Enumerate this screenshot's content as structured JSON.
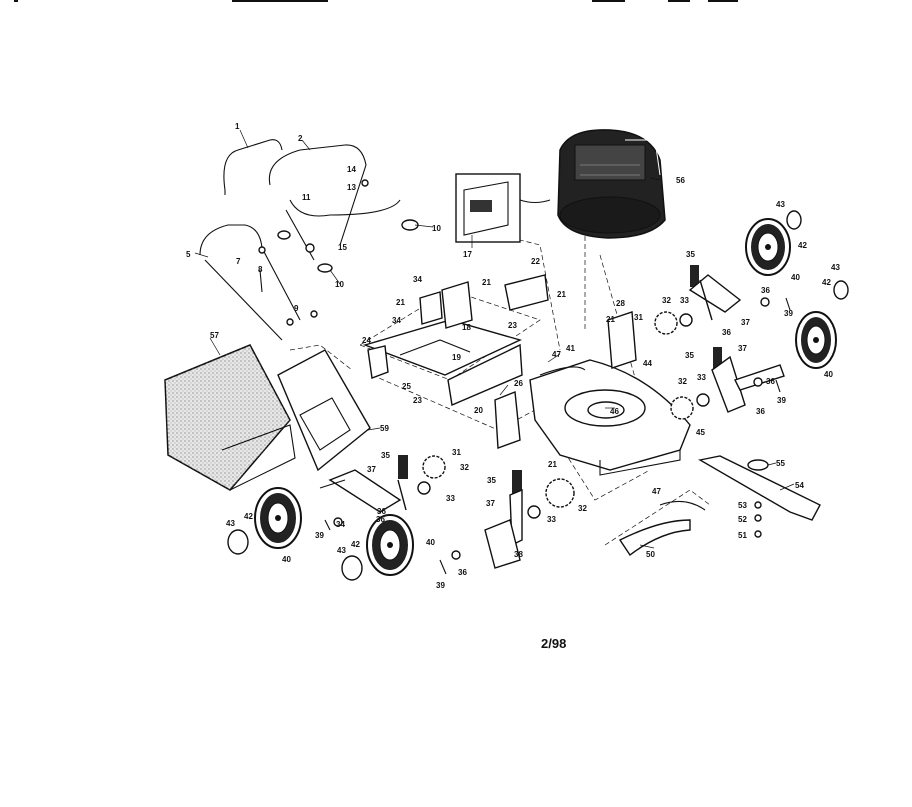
{
  "page_number": "2/98",
  "callouts": [
    {
      "id": "c1",
      "text": "1"
    },
    {
      "id": "c2",
      "text": "2"
    },
    {
      "id": "c14",
      "text": "14"
    },
    {
      "id": "c13",
      "text": "13"
    },
    {
      "id": "c11",
      "text": "11"
    },
    {
      "id": "c10a",
      "text": "10"
    },
    {
      "id": "c15",
      "text": "15"
    },
    {
      "id": "c10b",
      "text": "10"
    },
    {
      "id": "c7",
      "text": "7"
    },
    {
      "id": "c5",
      "text": "5"
    },
    {
      "id": "c8",
      "text": "8"
    },
    {
      "id": "c9",
      "text": "9"
    },
    {
      "id": "c17",
      "text": "17"
    },
    {
      "id": "c56",
      "text": "56"
    },
    {
      "id": "c43a",
      "text": "43"
    },
    {
      "id": "c42a",
      "text": "42"
    },
    {
      "id": "c40a",
      "text": "40"
    },
    {
      "id": "c43b",
      "text": "43"
    },
    {
      "id": "c42b",
      "text": "42"
    },
    {
      "id": "c40b",
      "text": "40"
    },
    {
      "id": "c35a",
      "text": "35"
    },
    {
      "id": "c36a",
      "text": "36"
    },
    {
      "id": "c39a",
      "text": "39"
    },
    {
      "id": "c37a",
      "text": "37"
    },
    {
      "id": "c36b",
      "text": "36"
    },
    {
      "id": "c32a",
      "text": "32"
    },
    {
      "id": "c33a",
      "text": "33"
    },
    {
      "id": "c34a",
      "text": "34"
    },
    {
      "id": "c34b",
      "text": "34"
    },
    {
      "id": "c21a",
      "text": "21"
    },
    {
      "id": "c22",
      "text": "22"
    },
    {
      "id": "c21b",
      "text": "21"
    },
    {
      "id": "c21c",
      "text": "21"
    },
    {
      "id": "c18",
      "text": "18"
    },
    {
      "id": "c23a",
      "text": "23"
    },
    {
      "id": "c24",
      "text": "24"
    },
    {
      "id": "c19",
      "text": "19"
    },
    {
      "id": "c25",
      "text": "25"
    },
    {
      "id": "c26",
      "text": "26"
    },
    {
      "id": "c23b",
      "text": "23"
    },
    {
      "id": "c20",
      "text": "20"
    },
    {
      "id": "c28",
      "text": "28"
    },
    {
      "id": "c21d",
      "text": "21"
    },
    {
      "id": "c31a",
      "text": "31"
    },
    {
      "id": "c47a",
      "text": "47"
    },
    {
      "id": "c41",
      "text": "41"
    },
    {
      "id": "c44",
      "text": "44"
    },
    {
      "id": "c46",
      "text": "46"
    },
    {
      "id": "c45",
      "text": "45"
    },
    {
      "id": "c35b",
      "text": "35"
    },
    {
      "id": "c37b",
      "text": "37"
    },
    {
      "id": "c32b",
      "text": "32"
    },
    {
      "id": "c33b",
      "text": "33"
    },
    {
      "id": "c36c",
      "text": "36"
    },
    {
      "id": "c36d",
      "text": "36"
    },
    {
      "id": "c39b",
      "text": "39"
    },
    {
      "id": "c57",
      "text": "57"
    },
    {
      "id": "c59",
      "text": "59"
    },
    {
      "id": "c37c",
      "text": "37"
    },
    {
      "id": "c35c",
      "text": "35"
    },
    {
      "id": "c31b",
      "text": "31"
    },
    {
      "id": "c32c",
      "text": "32"
    },
    {
      "id": "c33c",
      "text": "33"
    },
    {
      "id": "c21e",
      "text": "21"
    },
    {
      "id": "c35d",
      "text": "35"
    },
    {
      "id": "c32d",
      "text": "32"
    },
    {
      "id": "c33d",
      "text": "33"
    },
    {
      "id": "c47b",
      "text": "47"
    },
    {
      "id": "c55",
      "text": "55"
    },
    {
      "id": "c54",
      "text": "54"
    },
    {
      "id": "c53",
      "text": "53"
    },
    {
      "id": "c52",
      "text": "52"
    },
    {
      "id": "c51",
      "text": "51"
    },
    {
      "id": "c50",
      "text": "50"
    },
    {
      "id": "c34c",
      "text": "34"
    },
    {
      "id": "c39c",
      "text": "39"
    },
    {
      "id": "c36e",
      "text": "36"
    },
    {
      "id": "c40c",
      "text": "40"
    },
    {
      "id": "c43c",
      "text": "43"
    },
    {
      "id": "c42c",
      "text": "42"
    },
    {
      "id": "c36f",
      "text": "36"
    },
    {
      "id": "c40d",
      "text": "40"
    },
    {
      "id": "c43d",
      "text": "43"
    },
    {
      "id": "c42d",
      "text": "42"
    },
    {
      "id": "c37d",
      "text": "37"
    },
    {
      "id": "c36g",
      "text": "36"
    },
    {
      "id": "c39d",
      "text": "39"
    },
    {
      "id": "c38",
      "text": "38"
    }
  ]
}
